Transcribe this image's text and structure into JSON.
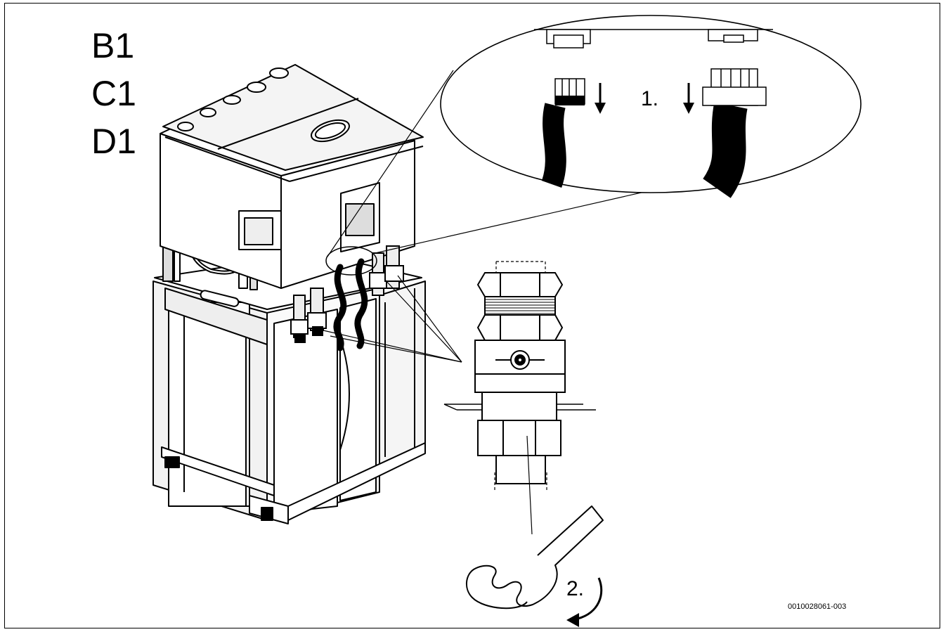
{
  "labels": {
    "variants": [
      "B1",
      "C1",
      "D1"
    ],
    "step_1": "1.",
    "step_2": "2.",
    "figure_id": "0010028061-003"
  },
  "icons": [
    "down-arrow-icon",
    "rotate-clockwise-icon",
    "wrench-icon"
  ]
}
